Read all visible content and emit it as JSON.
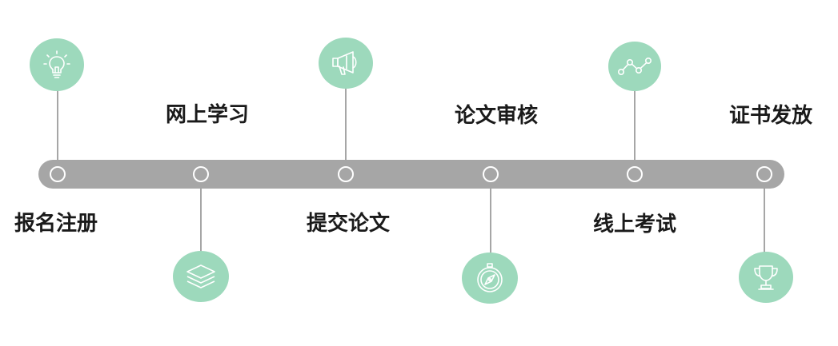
{
  "colors": {
    "bar": "#a6a6a6",
    "icon_circle": "#9dd9bc",
    "icon_stroke": "#ffffff",
    "label_text": "#1a1a1a"
  },
  "steps": [
    {
      "label": "报名注册",
      "icon": "lightbulb-icon",
      "position": "above"
    },
    {
      "label": "网上学习",
      "icon": "layers-icon",
      "position": "below"
    },
    {
      "label": "提交论文",
      "icon": "megaphone-icon",
      "position": "above"
    },
    {
      "label": "论文审核",
      "icon": "compass-icon",
      "position": "below"
    },
    {
      "label": "线上考试",
      "icon": "line-graph-icon",
      "position": "above"
    },
    {
      "label": "证书发放",
      "icon": "trophy-icon",
      "position": "below"
    }
  ]
}
